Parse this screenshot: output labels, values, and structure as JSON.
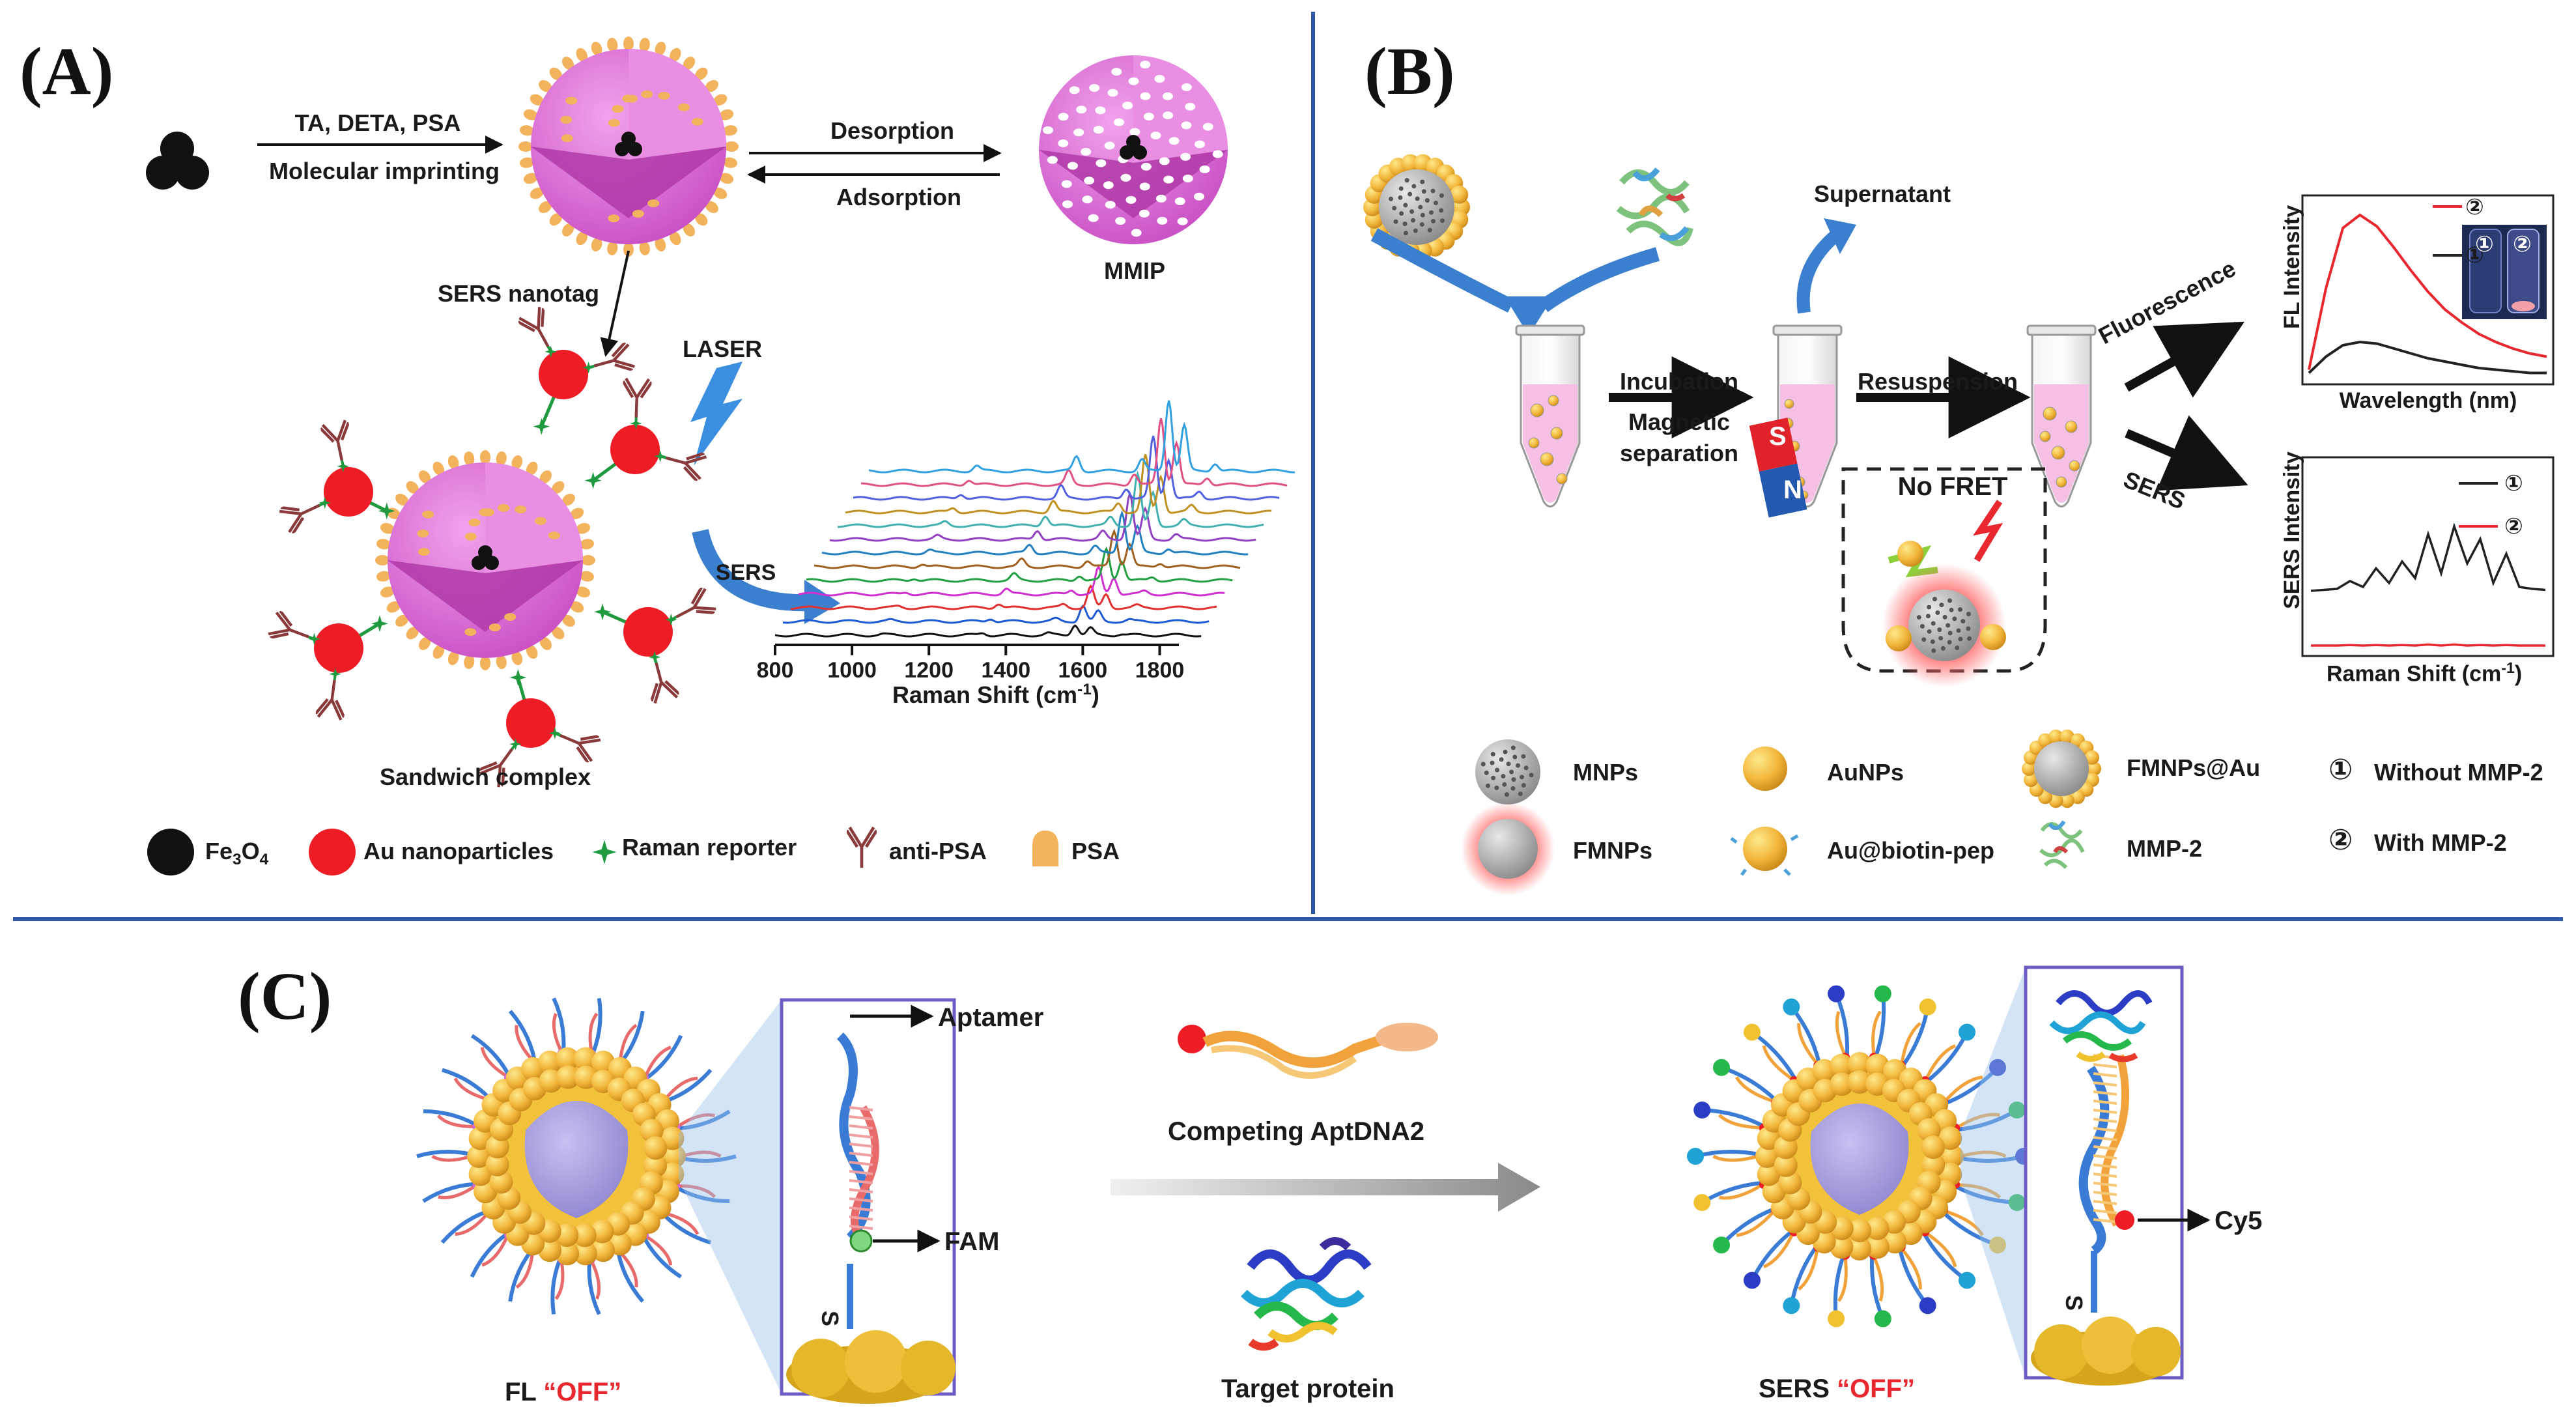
{
  "panels": {
    "a": "(A)",
    "b": "(B)",
    "c": "(C)"
  },
  "panel_a": {
    "reagents": "TA, DETA, PSA",
    "imprinting": "Molecular imprinting",
    "desorption": "Desorption",
    "adsorption": "Adsorption",
    "mmip": "MMIP",
    "sers_nanotag": "SERS nanotag",
    "laser": "LASER",
    "sers_arrow": "SERS",
    "sandwich": "Sandwich complex",
    "axis_title": "Raman Shift (cm",
    "axis_unit_sup": "-1",
    "axis_close": ")",
    "ticks": [
      "800",
      "1000",
      "1200",
      "1400",
      "1600",
      "1800"
    ],
    "legend": {
      "fe3o4_a": "Fe",
      "fe3o4_sub3": "3",
      "fe3o4_b": "O",
      "fe3o4_sub4": "4",
      "au": "Au nanoparticles",
      "reporter": "Raman reporter",
      "anti_psa": "anti-PSA",
      "psa": "PSA"
    },
    "colors": {
      "sphere": "#d65ad0",
      "bump": "#f3b25c",
      "au": "#ee1c24",
      "reporter": "#1f9a3e",
      "antibody": "#8a3a3a"
    }
  },
  "panel_b": {
    "supernatant": "Supernatant",
    "incubation": "Incubation",
    "magnetic": "Magnetic",
    "separation": "separation",
    "resuspension": "Resuspension",
    "no_fret": "No FRET",
    "fluorescence": "Fluorescence",
    "sers": "SERS",
    "magnet_s": "S",
    "magnet_n": "N",
    "fl_ylabel": "FL Intensity",
    "fl_xlabel": "Wavelength (nm)",
    "sers_ylabel": "SERS Intensity",
    "sers_xlabel": "Raman Shift (cm",
    "sers_xlabel_sup": "-1",
    "sers_xlabel_close": ")",
    "legend_1": "①",
    "legend_2": "②",
    "inset_1": "①",
    "inset_2": "②",
    "key": {
      "mnps": "MNPs",
      "aunps": "AuNPs",
      "fmnps_au": "FMNPs@Au",
      "without": "Without MMP-2",
      "fmnps": "FMNPs",
      "au_biotin": "Au@biotin-pep",
      "mmp2": "MMP-2",
      "with": "With MMP-2",
      "c1": "①",
      "c2": "②"
    }
  },
  "panel_c": {
    "aptamer": "Aptamer",
    "fam": "FAM",
    "competing": "Competing AptDNA2",
    "target": "Target protein",
    "cy5": "Cy5",
    "fl": "FL",
    "sers": "SERS",
    "off_left": "“OFF”",
    "off_right": "“OFF”",
    "s_left": "S",
    "s_right": "S"
  },
  "chart_data": [
    {
      "type": "line",
      "title": "",
      "xlabel": "Raman Shift (cm-1)",
      "ylabel": "",
      "x_ticks": [
        800,
        1000,
        1200,
        1400,
        1600,
        1800
      ],
      "xlim": [
        800,
        1850
      ],
      "series_count": 13,
      "peaks": [
        1080,
        1340,
        1510,
        1580,
        1620
      ]
    },
    {
      "type": "line",
      "title": "",
      "xlabel": "Wavelength (nm)",
      "ylabel": "FL Intensity",
      "series": [
        {
          "name": "②",
          "color": "#e8272e",
          "values": [
            0.05,
            0.55,
            0.92,
            1.0,
            0.93,
            0.8,
            0.66,
            0.53,
            0.42,
            0.34,
            0.27,
            0.22,
            0.18,
            0.15,
            0.13
          ]
        },
        {
          "name": "①",
          "color": "#222222",
          "values": [
            0.03,
            0.13,
            0.2,
            0.22,
            0.21,
            0.18,
            0.15,
            0.12,
            0.1,
            0.08,
            0.06,
            0.05,
            0.04,
            0.03,
            0.03
          ]
        }
      ]
    },
    {
      "type": "line",
      "title": "",
      "xlabel": "Raman Shift (cm-1)",
      "ylabel": "SERS Intensity",
      "series": [
        {
          "name": "①",
          "color": "#222222",
          "values": [
            0.32,
            0.33,
            0.34,
            0.42,
            0.36,
            0.55,
            0.4,
            0.62,
            0.45,
            0.9,
            0.5,
            0.98,
            0.6,
            0.85,
            0.4,
            0.7,
            0.36,
            0.34,
            0.33
          ]
        },
        {
          "name": "②",
          "color": "#e8272e",
          "values": [
            0.05,
            0.05,
            0.05,
            0.06,
            0.05,
            0.06,
            0.05,
            0.06,
            0.05,
            0.07,
            0.05,
            0.07,
            0.05,
            0.06,
            0.05,
            0.06,
            0.05,
            0.05,
            0.05
          ]
        }
      ]
    }
  ]
}
